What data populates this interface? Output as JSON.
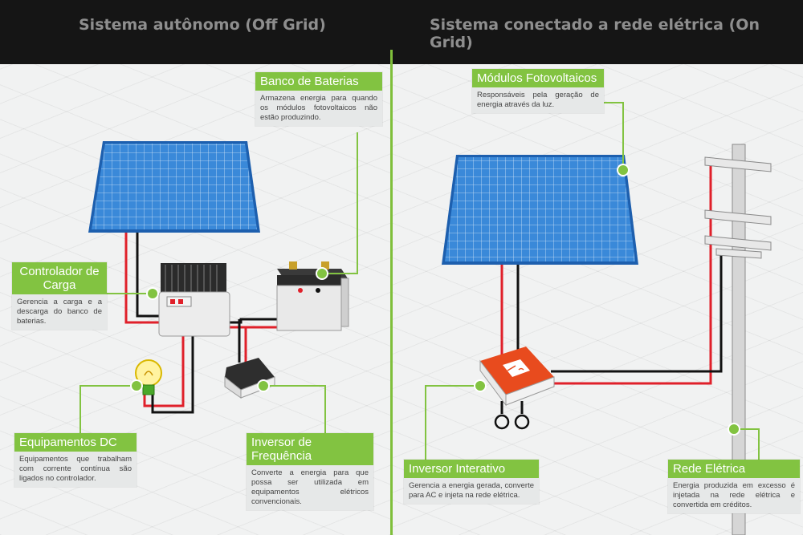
{
  "headers": {
    "off_grid": "Sistema autônomo (Off Grid)",
    "on_grid": "Sistema conectado a rede elétrica (On Grid)"
  },
  "colors": {
    "accent_green": "#82c341",
    "wire_red": "#e0202a",
    "wire_black": "#111111",
    "panel_blue": "#1f6fc9",
    "inverter_orange": "#e84b1e"
  },
  "callouts": {
    "banco": {
      "title": "Banco de Baterias",
      "text": "Armazena energia para quando os módulos fotovoltaicos não estão produzindo."
    },
    "controlador": {
      "title": "Controlador de Carga",
      "text": "Gerencia a carga e a descarga do banco de baterias."
    },
    "equipamentos": {
      "title": "Equipamentos DC",
      "text": "Equipamentos que trabalham com corrente contínua são ligados no controlador."
    },
    "inversor_freq": {
      "title": "Inversor de Frequência",
      "text": "Converte a energia para que possa ser utilizada em equipamentos elétricos convencionais."
    },
    "modulos": {
      "title": "Módulos Fotovoltaicos",
      "text": "Responsáveis pela geração de energia através da luz."
    },
    "inversor_int": {
      "title": "Inversor Interativo",
      "text": "Gerencia a energia gerada, converte para AC e injeta na rede elétrica."
    },
    "rede": {
      "title": "Rede Elétrica",
      "text": "Energia produzida em excesso é injetada na rede elétrica e convertida em créditos."
    }
  }
}
